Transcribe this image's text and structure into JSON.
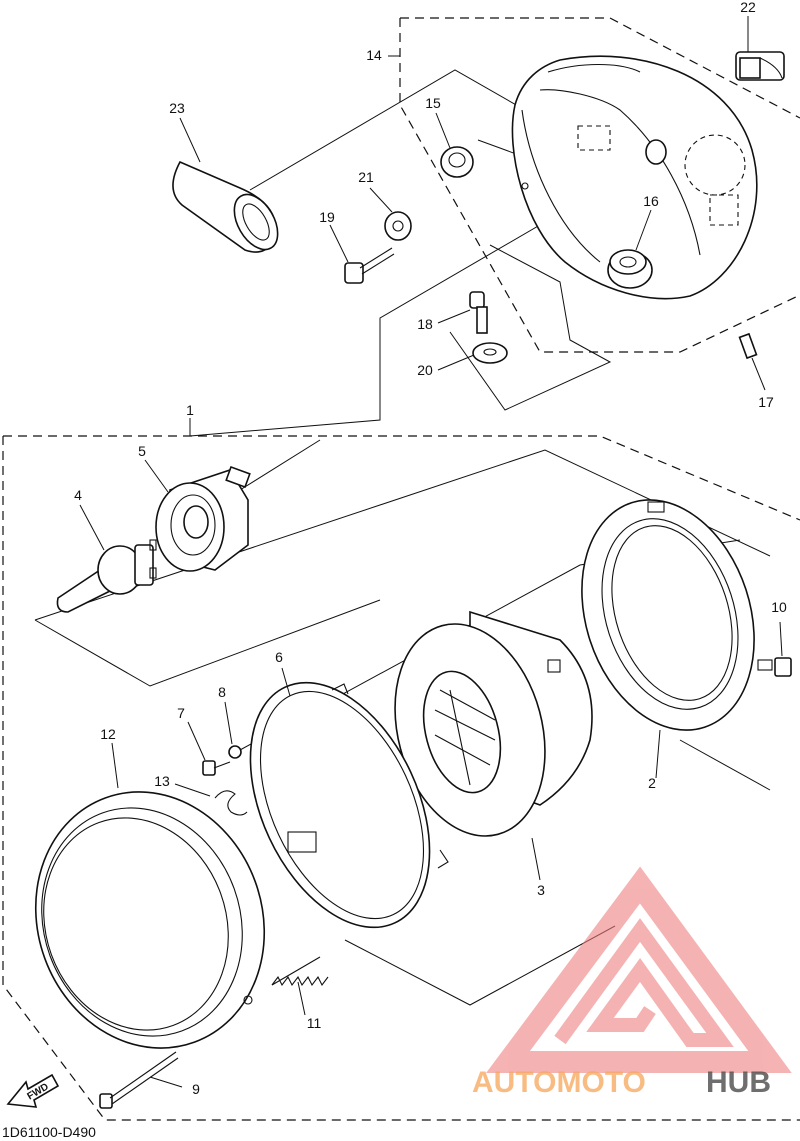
{
  "diagram": {
    "code": "1D61100-D490",
    "fwd_label": "FWD",
    "callouts": [
      "1",
      "2",
      "3",
      "4",
      "5",
      "6",
      "7",
      "8",
      "9",
      "10",
      "11",
      "12",
      "13",
      "14",
      "15",
      "16",
      "17",
      "18",
      "19",
      "20",
      "21",
      "22",
      "23"
    ]
  },
  "watermark": {
    "text_part1": "AUTOMOTO",
    "text_part2": "HUB",
    "colors": {
      "part1": "#f6a65a",
      "part2": "#4a4a4a",
      "logo": "#f08080"
    }
  }
}
